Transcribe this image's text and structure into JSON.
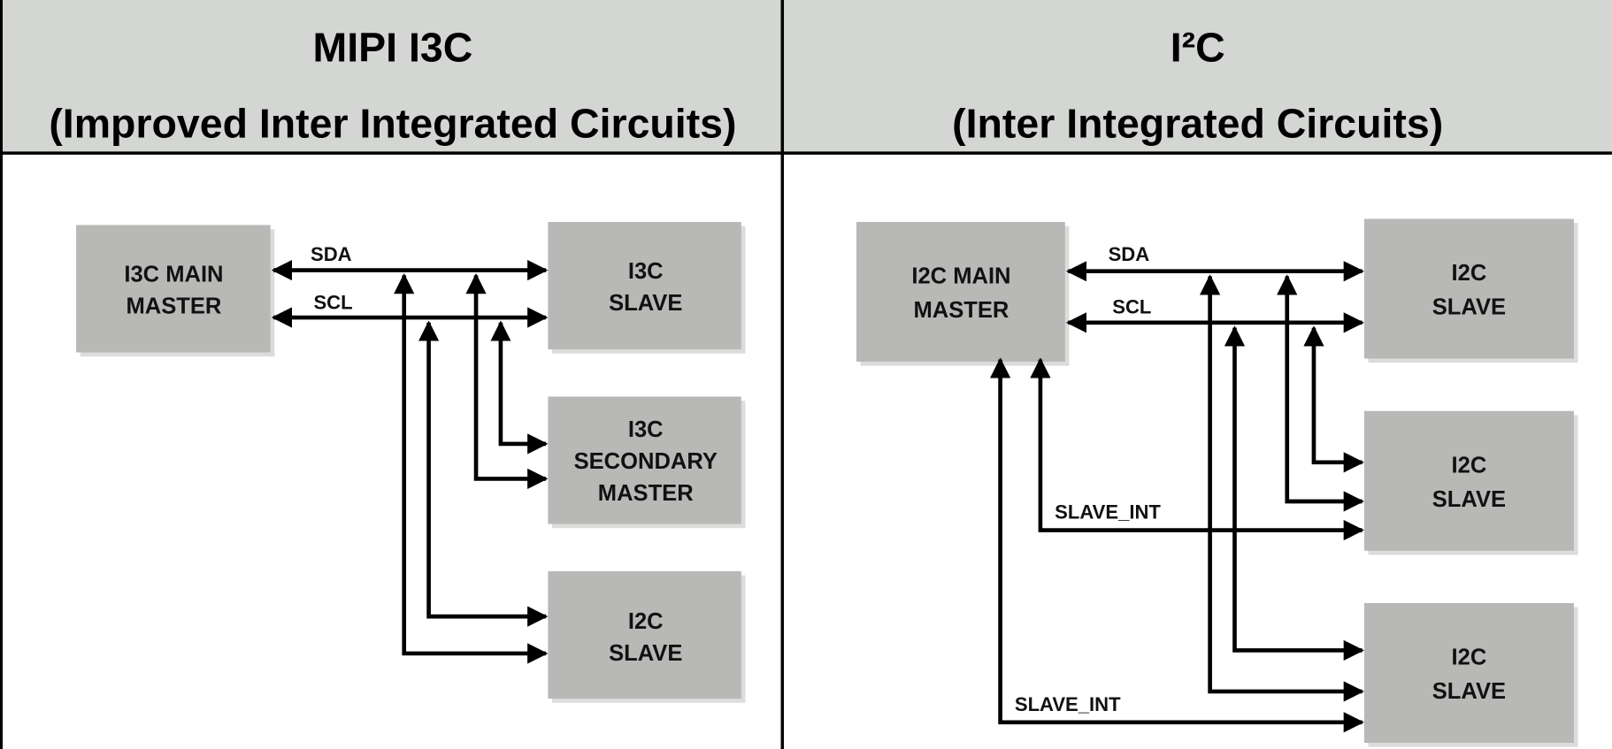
{
  "panels": [
    {
      "id": "i3c",
      "title": "MIPI I3C",
      "subtitle": "(Improved Inter Integrated Circuits)",
      "boxes": [
        {
          "id": "i3c-main-master",
          "lines": [
            "I3C MAIN",
            "MASTER"
          ]
        },
        {
          "id": "i3c-slave",
          "lines": [
            "I3C",
            "SLAVE"
          ]
        },
        {
          "id": "i3c-secondary-master",
          "lines": [
            "I3C",
            "SECONDARY",
            "MASTER"
          ]
        },
        {
          "id": "i2c-slave-legacy",
          "lines": [
            "I2C",
            "SLAVE"
          ]
        }
      ],
      "signals": {
        "sda": "SDA",
        "scl": "SCL"
      }
    },
    {
      "id": "i2c",
      "title": "I²C",
      "subtitle": "(Inter Integrated Circuits)",
      "boxes": [
        {
          "id": "i2c-main-master",
          "lines": [
            "I2C MAIN",
            "MASTER"
          ]
        },
        {
          "id": "i2c-slave-1",
          "lines": [
            "I2C",
            "SLAVE"
          ]
        },
        {
          "id": "i2c-slave-2",
          "lines": [
            "I2C",
            "SLAVE"
          ]
        },
        {
          "id": "i2c-slave-3",
          "lines": [
            "I2C",
            "SLAVE"
          ]
        }
      ],
      "signals": {
        "sda": "SDA",
        "scl": "SCL",
        "int1": "SLAVE_INT",
        "int2": "SLAVE_INT"
      }
    }
  ],
  "colors": {
    "header_bg": "#d4d6d3",
    "box_fill": "#b8b9b6",
    "line": "#000000"
  }
}
